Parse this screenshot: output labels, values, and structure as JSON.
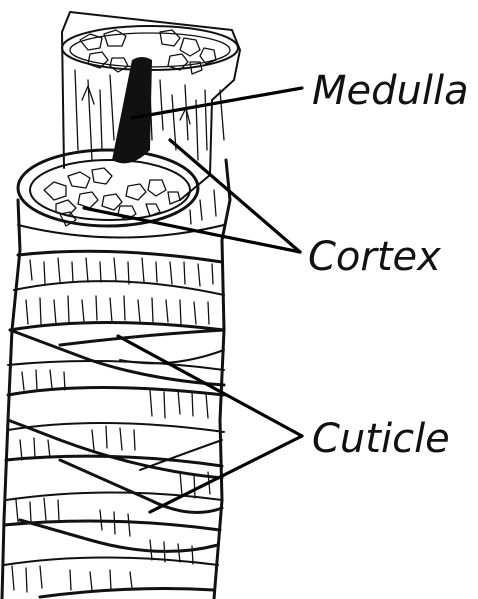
{
  "labels": {
    "medulla": "Medulla",
    "cortex": "Cortex",
    "cuticle": "Cuticle"
  },
  "colors": {
    "ink": "#111111",
    "background": "#ffffff"
  }
}
